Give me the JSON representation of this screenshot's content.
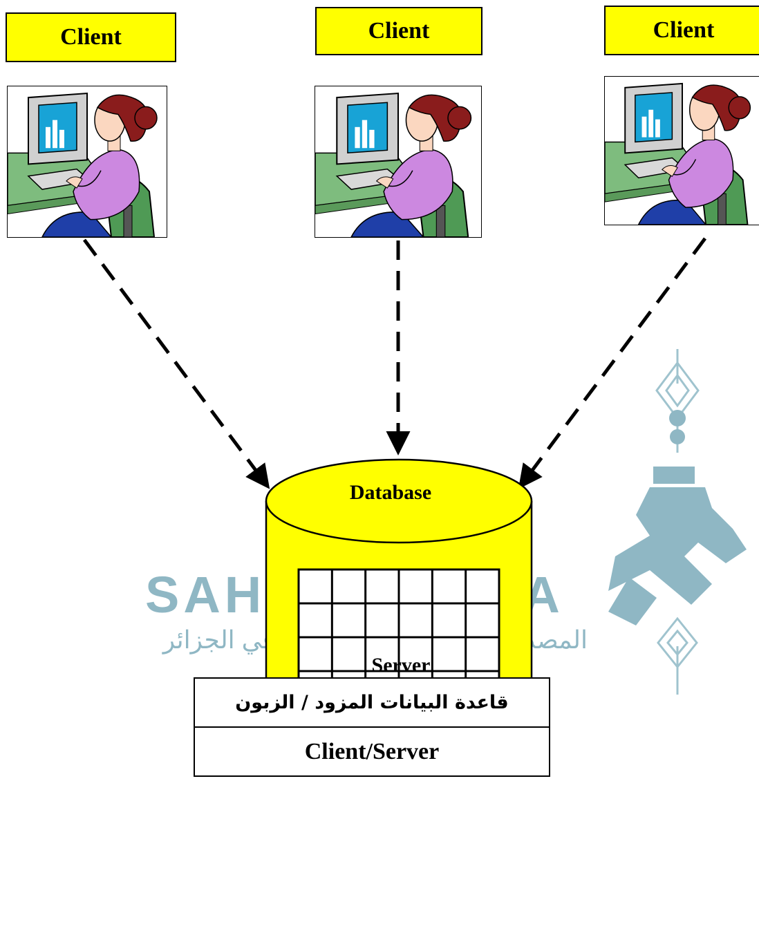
{
  "clients": [
    {
      "label": "Client"
    },
    {
      "label": "Client"
    },
    {
      "label": "Client"
    }
  ],
  "database": {
    "top_label": "Database",
    "bottom_label": "Server",
    "table_grid": {
      "rows": 4,
      "cols": 6
    }
  },
  "watermark": {
    "brand": "SAHLA MAHLA",
    "tagline": "المصدر الأول لمذكرات التخرج في الجزائر",
    "color": "#8fb7c4"
  },
  "caption": {
    "arabic": "قاعدة  البيانات المزود / الزبون",
    "english": "Client/Server"
  },
  "colors": {
    "label_fill": "#ffff00",
    "cylinder_fill": "#ffff00",
    "stroke": "#000000",
    "shirt": "#cc88e0",
    "chair": "#4f9a55",
    "screen": "#18a3d6",
    "hair": "#8a1c1c"
  },
  "icons": [
    "woman-at-computer-icon",
    "database-cylinder-icon",
    "dashed-arrow-icon"
  ]
}
